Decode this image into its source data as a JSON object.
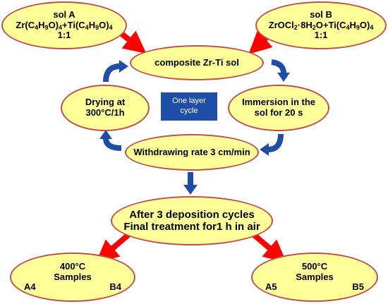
{
  "solA": {
    "title": "sol A",
    "formula_parts": [
      "Zr(C",
      "4",
      "H",
      "9",
      "O)",
      "4",
      "+Ti(C",
      "4",
      "H",
      "9",
      "O)",
      "4"
    ],
    "ratio": "1:1"
  },
  "solB": {
    "title": "sol B",
    "formula_parts": [
      "ZrOCl",
      "2",
      "·8H",
      "2",
      "O+Ti(C",
      "4",
      "H",
      "9",
      "O)",
      "4"
    ],
    "ratio": "1:1"
  },
  "composite": "composite Zr-Ti  sol",
  "drying": {
    "line1": "Drying at",
    "line2": "300°C/1h"
  },
  "cycle": {
    "line1": "One layer",
    "line2": "cycle"
  },
  "immersion": {
    "line1": "Immersion in the",
    "line2": "sol for  20 s"
  },
  "withdrawing": "Withdrawing rate 3 cm/min",
  "after": {
    "line1": "After 3 deposition cycles",
    "line2": "Final treatment for1 h in air"
  },
  "sample400": {
    "temp": "400°C",
    "label": "Samples",
    "left": "A4",
    "right": "B4"
  },
  "sample500": {
    "temp": "500°C",
    "label": "Samples",
    "left": "A5",
    "right": "B5"
  },
  "colors": {
    "oval_fill": "#ffff99",
    "oval_border": "#c0504d",
    "red_arrow": "#ff0000",
    "blue_arrow": "#1f4ea8",
    "cycle_box": "#1f4ea8"
  }
}
